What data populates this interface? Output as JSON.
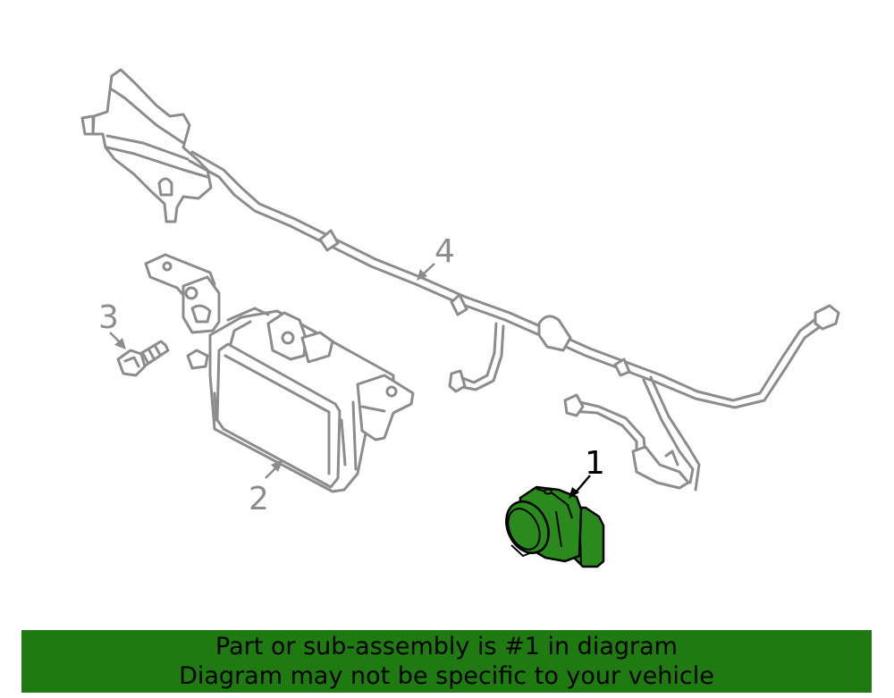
{
  "callouts": {
    "part1": "1",
    "part2": "2",
    "part3": "3",
    "part4": "4"
  },
  "banner": {
    "line1": "Part or sub-assembly is #1 in diagram",
    "line2": "Diagram may not be specific to your vehicle"
  },
  "colors": {
    "highlight_part": "#2a8a1e",
    "banner": "#1f7a12",
    "line_art": "#8c8c8c"
  }
}
